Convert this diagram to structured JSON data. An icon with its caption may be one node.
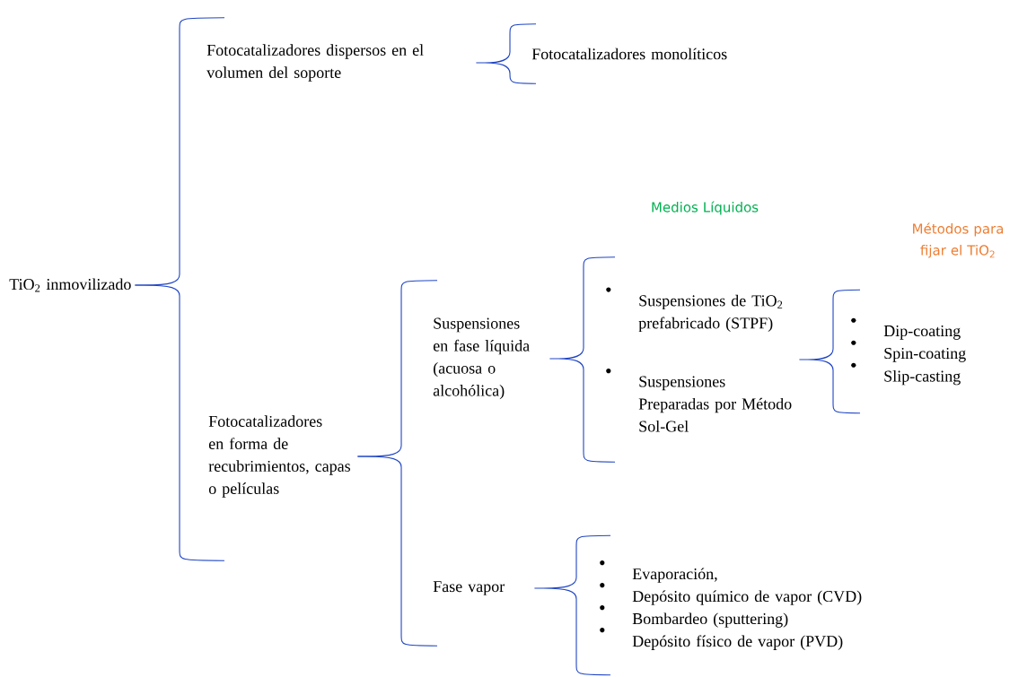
{
  "diagram": {
    "nodes": [
      {
        "text": [
          "TiO$_{2}$ inmovilizado"
        ]
      },
      {
        "text": [
          "Fotocatalizadores dispersos en el volumen del soporte"
        ]
      },
      {
        "text": [
          "Fotocatalizadores monolíticos"
        ]
      },
      {
        "text": [
          "Fotocatalizadores en forma de recubrimientos, capas o películas"
        ]
      },
      {
        "text": [
          "Suspensiones en fase líquida (acuosa o alcohólica)"
        ]
      },
      {
        "text": [
          "Suspensiones de TiO$_{2}$ prefabricado (STPF)",
          "Suspensiones Preparadas por Método Sol-Gel"
        ]
      },
      {
        "text": [
          "Dip-coating",
          "Spin-coating",
          "Slip-casting"
        ]
      },
      {
        "text": [
          "Fase vapor"
        ]
      },
      {
        "text": [
          "Evaporación,",
          "Depósito químico de vapor (CVD)",
          "Bombardeo (sputtering)",
          "Depósito físico de vapor (PVD)"
        ]
      }
    ],
    "edges": [
      {
        "from": 0,
        "to": 1,
        "arrow": "none"
      },
      {
        "from": 0,
        "to": 3,
        "arrow": "none"
      },
      {
        "from": 1,
        "to": 2,
        "arrow": "none"
      },
      {
        "from": 3,
        "to": 4,
        "arrow": "none"
      },
      {
        "from": 3,
        "to": 7,
        "arrow": "none"
      },
      {
        "from": 4,
        "to": 5,
        "arrow": "none"
      },
      {
        "from": 5,
        "to": 6,
        "arrow": "none"
      },
      {
        "from": 7,
        "to": 8,
        "arrow": "none"
      }
    ],
    "labels": [
      "Medios Líquidos",
      "Métodos para fijar el TiO$_{2}$"
    ]
  }
}
